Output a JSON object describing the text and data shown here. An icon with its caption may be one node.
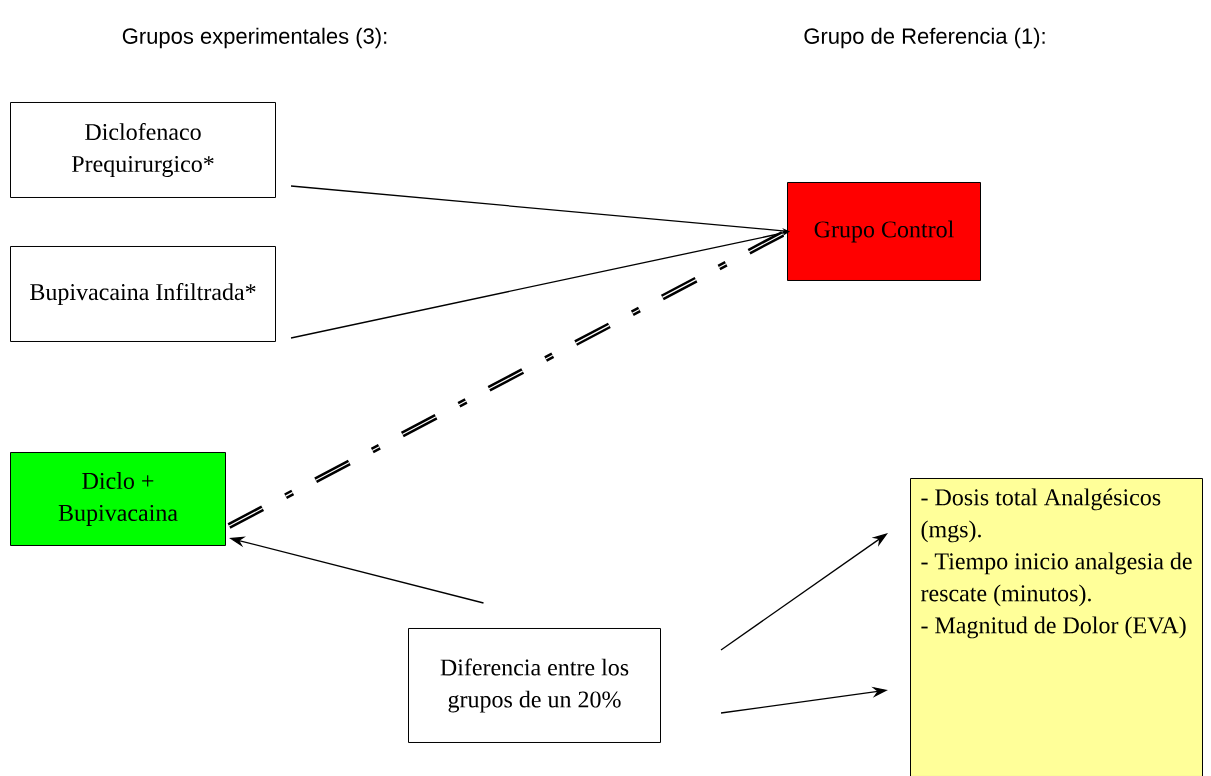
{
  "diagram": {
    "nodes": [
      {
        "text": [
          "Diclofenaco Prequirurgico*"
        ]
      },
      {
        "text": [
          "Bupivacaina Infiltrada*"
        ]
      },
      {
        "text": [
          "Diclo + Bupivacaina"
        ]
      },
      {
        "text": [
          "Grupo Control"
        ]
      },
      {
        "text": [
          "Diferencia entre los grupos de un 20%"
        ]
      },
      {
        "text": [
          "- Dosis total Analgésicos (mgs).",
          "- Tiempo inicio analgesia de rescate (minutos).",
          "- Magnitud de Dolor (EVA)"
        ]
      }
    ],
    "edges": [
      {
        "from": 0,
        "to": 3,
        "arrow": "to"
      },
      {
        "from": 1,
        "to": 3,
        "arrow": "to"
      },
      {
        "from": 2,
        "to": 3,
        "arrow": "none",
        "style": "dashed"
      },
      {
        "from": 4,
        "to": 2,
        "arrow": "to"
      },
      {
        "from": 4,
        "to": 5,
        "arrow": "to"
      },
      {
        "from": 4,
        "to": 5,
        "arrow": "to"
      }
    ],
    "labels": [
      "Grupos experimentales (3):",
      "Grupo de Referencia (1):"
    ]
  }
}
